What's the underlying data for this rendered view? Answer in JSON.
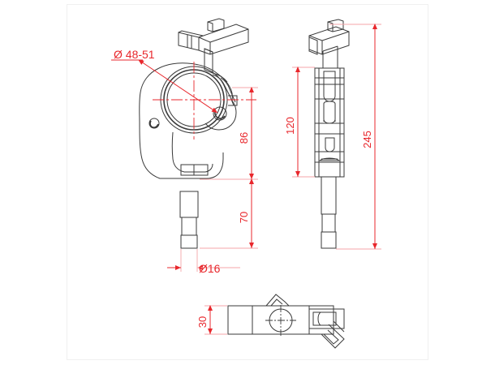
{
  "drawing": {
    "title": "truss-clamp-technical-drawing",
    "background_color": "#ffffff",
    "line_color": "#3a3a3a",
    "dimension_color": "#e8272c",
    "views": [
      {
        "name": "front-view",
        "label": ""
      },
      {
        "name": "side-view",
        "label": ""
      },
      {
        "name": "bottom-view",
        "label": ""
      }
    ]
  },
  "dimensions": {
    "bore_diameter": "Ø 48-51",
    "clamp_height": "86",
    "spigot_length": "70",
    "pin_diameter": "Ø16",
    "body_height": "120",
    "overall_height": "245",
    "width_depth": "30"
  }
}
